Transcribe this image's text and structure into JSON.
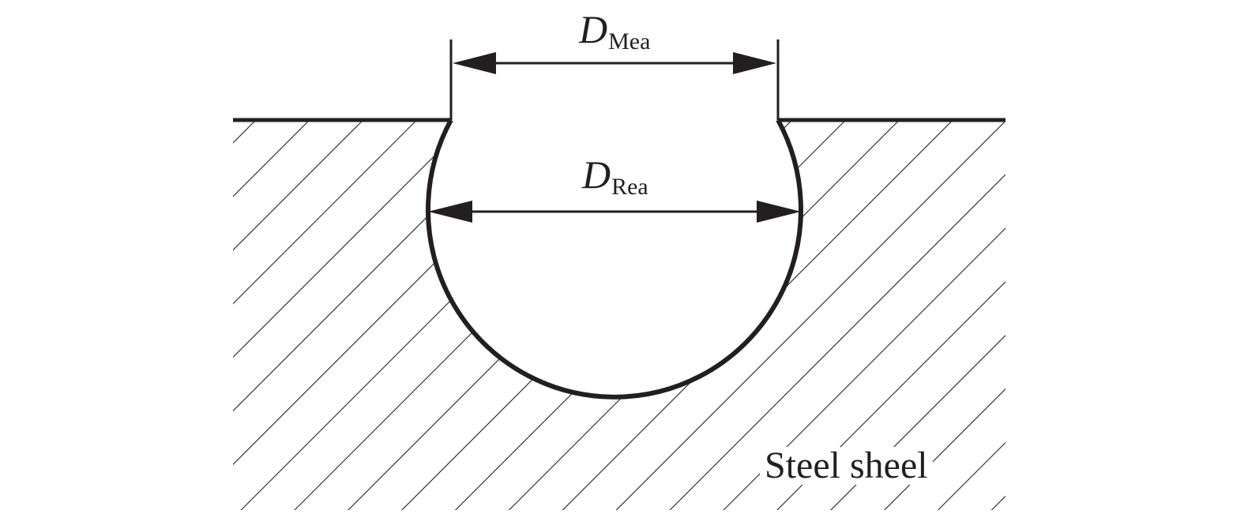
{
  "labels": {
    "mouth_symbol": "D",
    "mouth_subscript": "Mea",
    "inner_symbol": "D",
    "inner_subscript": "Rea",
    "material": "Steel sheel"
  },
  "colors": {
    "stroke": "#231f20",
    "background": "#ffffff"
  }
}
